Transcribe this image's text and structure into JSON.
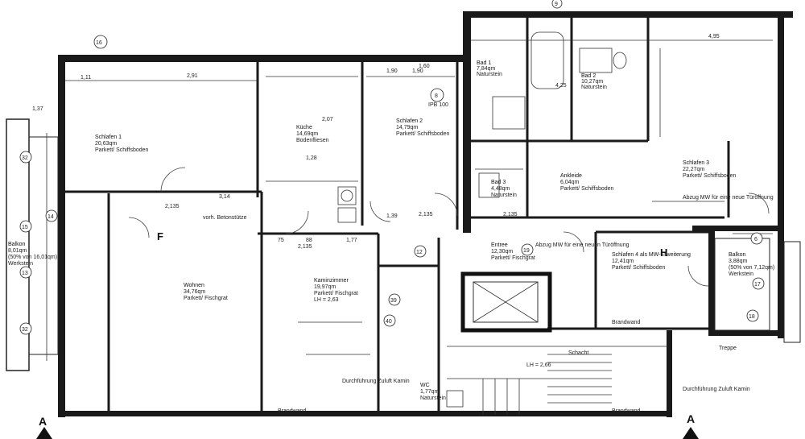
{
  "rooms": {
    "schlafen1": {
      "name": "Schlafen 1",
      "area": "20,63qm",
      "floor": "Parkett/ Schiffsboden"
    },
    "kueche": {
      "name": "Küche",
      "area": "14,69qm",
      "floor": "Bodenfliesen"
    },
    "schlafen2": {
      "name": "Schlafen 2",
      "area": "14,79qm",
      "floor": "Parkett/ Schiffsboden"
    },
    "bad1": {
      "name": "Bad 1",
      "area": "7,84qm",
      "floor": "Naturstein"
    },
    "bad2": {
      "name": "Bad 2",
      "area": "10,27qm",
      "floor": "Naturstein"
    },
    "schlafen3": {
      "name": "Schlafen 3",
      "area": "22,27qm",
      "floor": "Parkett/ Schiffsboden"
    },
    "ankleide": {
      "name": "Ankleide",
      "area": "6,04qm",
      "floor": "Parkett/ Schiffsboden"
    },
    "bad3": {
      "name": "Bad 3",
      "area": "4,48qm",
      "floor": "Naturstein"
    },
    "wohnen": {
      "name": "Wohnen",
      "area": "34,76qm",
      "floor": "Parkett/ Fischgrat"
    },
    "kaminzimmer": {
      "name": "Kaminzimmer",
      "area": "19,97qm",
      "floor": "Parkett/ Fischgrat",
      "extra": "LH = 2,63"
    },
    "entree": {
      "name": "Entree",
      "area": "12,30qm",
      "floor": "Parkett/ Fischgrat"
    },
    "schlafen4": {
      "name": "Schlafen 4 als MW-Erweiterung",
      "area": "12,41qm",
      "floor": "Parkett/ Schiffsboden"
    },
    "balkon_right": {
      "name": "Balkon",
      "area": "3,88qm",
      "extra": "(50% von 7,12qm)",
      "floor": "Werkstein"
    },
    "balkon_left": {
      "name": "Balkon",
      "area": "8,01qm",
      "extra": "(50% von 16,01qm)",
      "floor": "Werkstein"
    },
    "wc": {
      "name": "WC",
      "area": "1,77qm",
      "floor": "Naturstein"
    }
  },
  "markers": {
    "axis_a_left": "A",
    "axis_a_right": "A",
    "axis_f": "F",
    "axis_h": "H",
    "circles": [
      "16",
      "8",
      "6",
      "9",
      "12",
      "19",
      "14",
      "15",
      "13",
      "32",
      "32",
      "39",
      "40",
      "18",
      "17"
    ]
  },
  "notes": {
    "brandwand_left": "Brandwand",
    "brandwand_right": "Brandwand",
    "brandwand_mid": "Brandwand",
    "kamin_left": "Durchführung Zuluft Kamin",
    "kamin_right": "Durchführung Zuluft Kamin",
    "abzug_entree": "Abzug MW für eine neuen Türöffnung",
    "abzug_schlafen3": "Abzug MW für eine neue Türöffnung",
    "vorh_beton": "vorh. Betonstütze",
    "schacht": "Schacht",
    "treppe": "Treppe",
    "ipb": "IPB 100",
    "lh": "LH = 2,66"
  },
  "dimensions": [
    "2,91",
    "1,11",
    "1,37",
    "2,07",
    "4,95",
    "1,90",
    "1,90",
    "1,60",
    "2,135",
    "2,135",
    "3,14",
    "2,135",
    "4,25",
    "1,39",
    "75",
    "88",
    "1,77",
    "2,135",
    "1,28"
  ]
}
